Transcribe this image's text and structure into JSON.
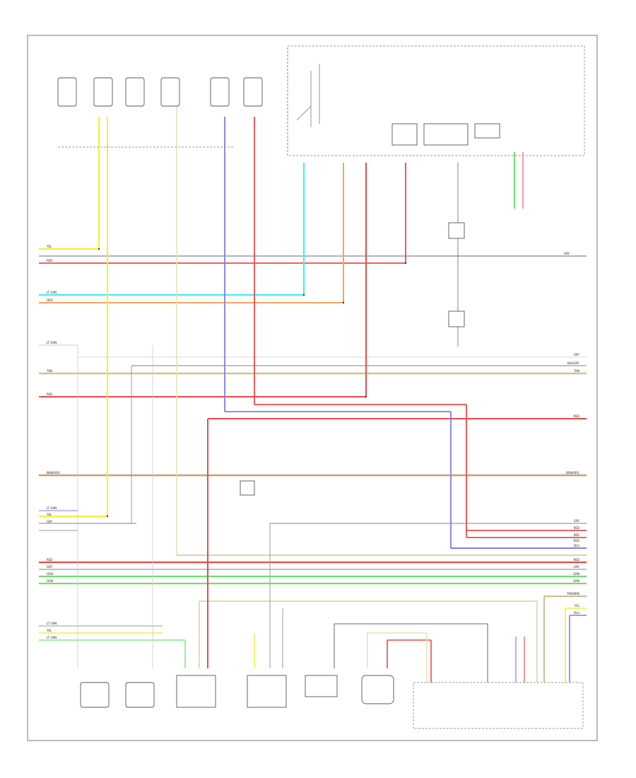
{
  "page_label": "",
  "wire_labels": {
    "left_1": "YEL",
    "left_2": "RED",
    "left_3": "LT GRN",
    "left_4": "ORG",
    "left_5": "LT GRN",
    "left_6": "TAN",
    "left_7": "RED",
    "left_8": "BRN/ORG",
    "left_9": "LT GRN",
    "left_10": "YEL",
    "left_11": "GRY",
    "left_12": "RED",
    "left_13": "GRY",
    "left_14": "GRN",
    "left_15": "GRN",
    "left_16": "LT GRN",
    "left_17": "YEL",
    "left_18": "LT GRN",
    "right_1": "GRY",
    "right_2": "GRY",
    "right_3": "BLK/GRY",
    "right_4": "TAN",
    "right_5": "RED",
    "right_6": "BRN/ORG",
    "right_7": "GRY",
    "right_8": "RED",
    "right_9": "RED",
    "right_10": "RED",
    "right_11": "BLU",
    "right_12": "RED",
    "right_13": "GRY",
    "right_14": "GRN",
    "right_15": "GRN",
    "right_16": "TAN/BRN",
    "right_17": "YEL",
    "right_18": "BLU"
  },
  "components": {
    "top_1": "",
    "top_2": "",
    "top_3": "",
    "top_4": "",
    "top_5": "",
    "box_1": "",
    "box_2": "",
    "box_3": "",
    "mid_1": "",
    "mid_2": "",
    "mid_3": "",
    "bottom_1": "",
    "bottom_2": "",
    "bottom_3": "",
    "bottom_4": "",
    "bottom_5": "",
    "bottom_6": "",
    "bottom_7": "",
    "bottom_8": ""
  },
  "colors": {
    "yellow": "#f2ef3a",
    "red": "#f04848",
    "cyan": "#3ff0ef",
    "orange": "#f6a55c",
    "tan": "#d9bf8a",
    "blue": "#7d7df0",
    "green": "#71e071",
    "ltgreen": "#8ff08f",
    "gray": "#9a9a9a",
    "brown_orange": "#c8a06a",
    "ivory": "#e8e2b0"
  }
}
